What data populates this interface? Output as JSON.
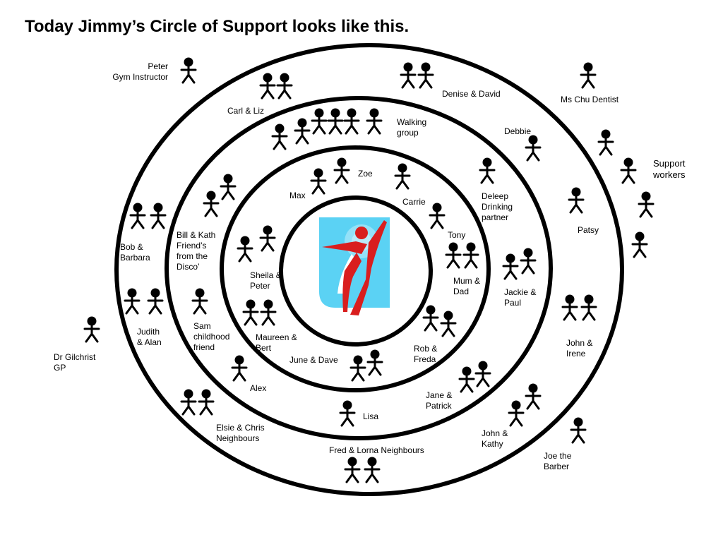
{
  "title": "Today Jimmy’s Circle of Support looks like this.",
  "colors": {
    "line": "#000000",
    "center_bg": "#5bd2f4",
    "figure_red": "#d91e1e",
    "figure_white": "#ffffff"
  },
  "icons": {
    "person": "stick-figure-icon",
    "center": "person-logo-icon"
  },
  "labels": [
    {
      "id": "peter",
      "text": "Peter\nGym Instructor"
    },
    {
      "id": "denise-david",
      "text": "Denise & David"
    },
    {
      "id": "ms-chu",
      "text": "Ms Chu Dentist"
    },
    {
      "id": "carl-liz",
      "text": "Carl & Liz"
    },
    {
      "id": "walking",
      "text": "Walking\ngroup"
    },
    {
      "id": "debbie",
      "text": "Debbie"
    },
    {
      "id": "support",
      "text": "Support\nworkers"
    },
    {
      "id": "zoe",
      "text": "Zoe"
    },
    {
      "id": "max",
      "text": "Max"
    },
    {
      "id": "carrie",
      "text": "Carrie"
    },
    {
      "id": "deleep",
      "text": "Deleep\nDrinking\npartner"
    },
    {
      "id": "patsy",
      "text": "Patsy"
    },
    {
      "id": "tony",
      "text": "Tony"
    },
    {
      "id": "bill-kath",
      "text": "Bill & Kath\nFriend’s\nfrom the\nDisco’"
    },
    {
      "id": "bob-barbara",
      "text": "Bob &\nBarbara"
    },
    {
      "id": "sheila-peter",
      "text": "Sheila &\nPeter"
    },
    {
      "id": "mum-dad",
      "text": "Mum &\nDad"
    },
    {
      "id": "jackie-paul",
      "text": "Jackie &\nPaul"
    },
    {
      "id": "sam",
      "text": "Sam\nchildhood\nfriend"
    },
    {
      "id": "judith-alan",
      "text": "Judith\n&  Alan"
    },
    {
      "id": "maureen-bert",
      "text": "Maureen &\nBert"
    },
    {
      "id": "john-irene",
      "text": "John &\nIrene"
    },
    {
      "id": "rob-freda",
      "text": "Rob  &\nFreda"
    },
    {
      "id": "dr-gilchrist",
      "text": "Dr Gilchrist\nGP"
    },
    {
      "id": "june-dave",
      "text": "June & Dave"
    },
    {
      "id": "alex",
      "text": "Alex"
    },
    {
      "id": "jane-patrick",
      "text": "Jane &\nPatrick"
    },
    {
      "id": "lisa",
      "text": "Lisa"
    },
    {
      "id": "elsie-chris",
      "text": "Elsie & Chris\nNeighbours"
    },
    {
      "id": "john-kathy",
      "text": "John &\nKathy"
    },
    {
      "id": "joe",
      "text": "Joe the\nBarber"
    },
    {
      "id": "fred-lorna",
      "text": "Fred & Lorna Neighbours"
    }
  ]
}
